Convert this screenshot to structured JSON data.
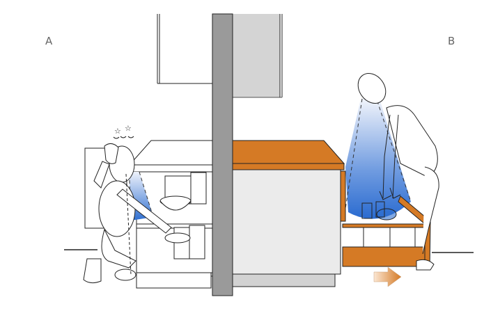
{
  "labels": {
    "a": "A",
    "b": "B"
  },
  "colors": {
    "wood": "#d57a25",
    "wall": "#9a9a9a",
    "cabinet_light": "#ebebeb",
    "cabinet_shadow": "#d2d2d2",
    "upper_cabinet": "#d4d4d4",
    "vision_blue_top": "#eef2fb",
    "vision_blue_bottom": "#2f6fd0",
    "line": "#222222"
  },
  "scenes": [
    {
      "id": "A",
      "description": "kneeling person reaching into low fixed shelf cabinet, head bumping countertop"
    },
    {
      "id": "B",
      "description": "standing person bending over pull-out drawer, sees contents from above"
    }
  ],
  "arrow": {
    "direction": "right",
    "meaning": "drawer pull-out direction"
  }
}
